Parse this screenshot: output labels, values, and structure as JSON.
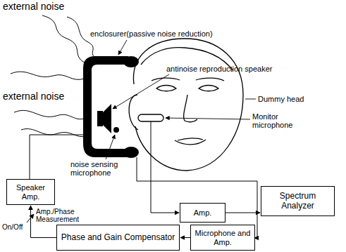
{
  "diagram": {
    "nodes": [
      {
        "text": [
          "Speaker Amp."
        ]
      },
      {
        "text": [
          "Amp."
        ]
      },
      {
        "text": [
          "Spectrum Analyzer"
        ]
      },
      {
        "text": [
          "Phase and Gain Compensator"
        ]
      },
      {
        "text": [
          "Microphone and Amp."
        ]
      }
    ],
    "edges": [
      {
        "from": 1,
        "to": 2,
        "arrow": "to"
      },
      {
        "from": 4,
        "to": 3,
        "arrow": "to"
      },
      {
        "from": 3,
        "to": 0,
        "arrow": "to"
      }
    ],
    "labels": [
      "external noise",
      "external noise",
      "enclosurer(passive noise reduction)",
      "antinoise reproduction speaker",
      "Dummy head",
      "Monitor microphone",
      "noise sensing microphone",
      "On/Off",
      "Amp./Phase Measurement"
    ]
  }
}
